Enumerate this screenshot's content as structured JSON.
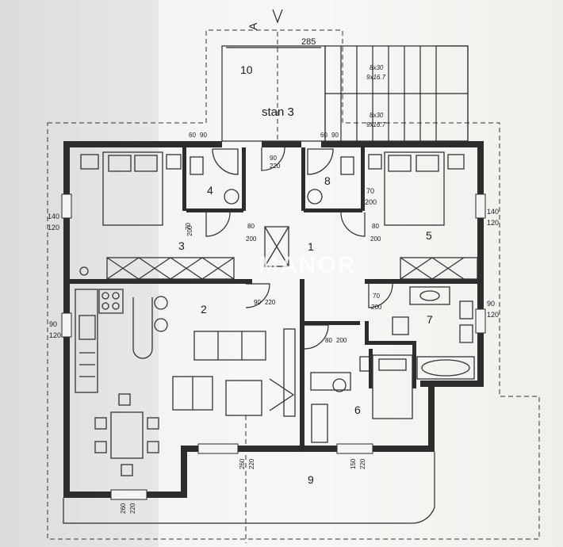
{
  "watermark": "MANOR",
  "section_mark": "A",
  "stair_label": "stan 3",
  "stair_dims": [
    "8x30",
    "9x16.7",
    "8x30",
    "9x16.7"
  ],
  "top_dim": "285",
  "rooms": [
    {
      "id": "1",
      "name": "hallway"
    },
    {
      "id": "2",
      "name": "living-kitchen"
    },
    {
      "id": "3",
      "name": "bedroom-left"
    },
    {
      "id": "4",
      "name": "bathroom-small-left"
    },
    {
      "id": "5",
      "name": "bedroom-right"
    },
    {
      "id": "6",
      "name": "office"
    },
    {
      "id": "7",
      "name": "bathroom-right"
    },
    {
      "id": "8",
      "name": "bathroom-small-right"
    },
    {
      "id": "9",
      "name": "terrace"
    },
    {
      "id": "10",
      "name": "stair-landing"
    }
  ],
  "door_dims": {
    "entry": [
      "90",
      "220"
    ],
    "bath4": [
      "70",
      "200"
    ],
    "bath8": [
      "70",
      "200"
    ],
    "room3": [
      "80",
      "200"
    ],
    "room5": [
      "80",
      "200"
    ],
    "kitchen": [
      "90",
      "220"
    ],
    "room7": [
      "70",
      "200"
    ],
    "room6": [
      "80",
      "200"
    ],
    "vent_left": [
      "60",
      "90"
    ],
    "vent_right": [
      "60",
      "90"
    ]
  },
  "window_dims": {
    "room3": [
      "140",
      "120"
    ],
    "room5": [
      "140",
      "120"
    ],
    "kitchen": [
      "90",
      "120"
    ],
    "room7": [
      "90",
      "120"
    ],
    "living_south": [
      "260",
      "220"
    ],
    "office_south": [
      "150",
      "220"
    ],
    "dining_south": [
      "260",
      "220"
    ]
  }
}
